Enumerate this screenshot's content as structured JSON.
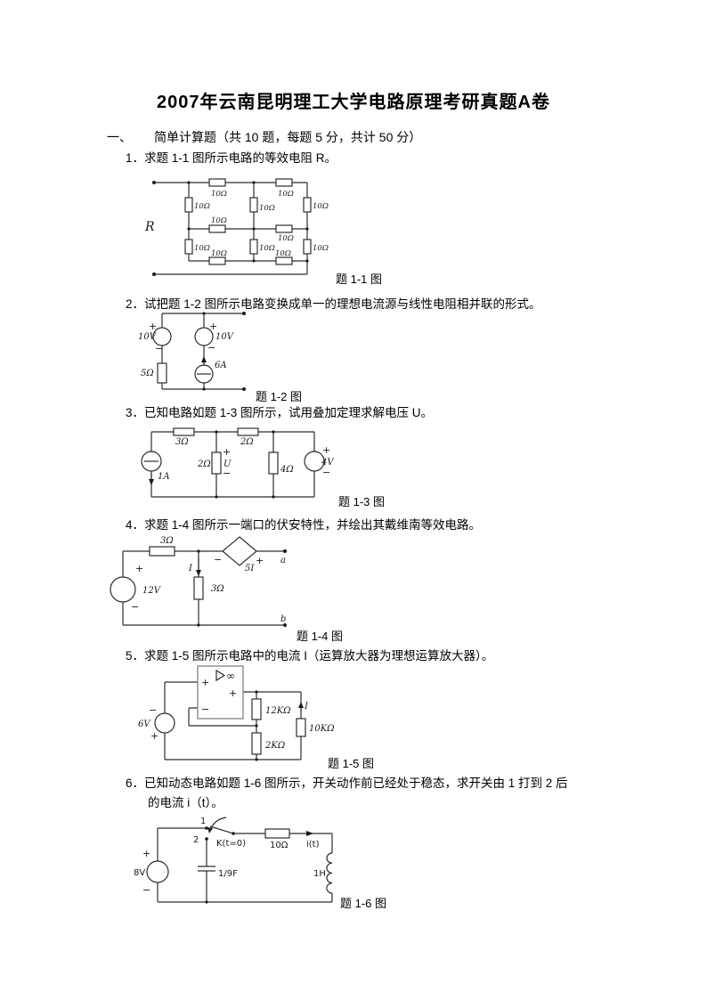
{
  "page": {
    "title": "2007年云南昆明理工大学电路原理考研真题A卷",
    "section": {
      "numeral": "一、",
      "text": "简单计算题（共 10 题，每题 5 分，共计 50 分）"
    },
    "questions": [
      {
        "num": "1．",
        "text": "求题 1-1 图所示电路的等效电阻 R。"
      },
      {
        "num": "2．",
        "text": "试把题 1-2 图所示电路变换成单一的理想电流源与线性电阻相并联的形式。"
      },
      {
        "num": "3．",
        "text": "已知电路如题 1-3 图所示，试用叠加定理求解电压 U。"
      },
      {
        "num": "4．",
        "text": "求题 1-4 图所示一端口的伏安特性，并绘出其戴维南等效电路。"
      },
      {
        "num": "5．",
        "text": "求题 1-5 图所示电路中的电流 I（运算放大器为理想运算放大器）。"
      },
      {
        "num": "6．",
        "text": "已知动态电路如题 1-6 图所示，开关动作前已经处于稳态，求开关由 1 打到 2 后",
        "text2": "的电流 i（t）。"
      }
    ],
    "captions": [
      "题 1-1 图",
      "题 1-2 图",
      "题 1-3 图",
      "题 1-4 图",
      "题 1-5 图",
      "题 1-6 图"
    ]
  },
  "sym": {
    "plus": "+",
    "minus": "−",
    "inf": "∞"
  },
  "circuits": {
    "c1": {
      "port": "R",
      "res": "10Ω"
    },
    "c2": {
      "v1": "10V",
      "r1": "5Ω",
      "v2": "10V",
      "i1": "6A"
    },
    "c3": {
      "i1": "1A",
      "r1": "3Ω",
      "r2": "2Ω",
      "r2v": "2Ω",
      "u": "U",
      "r4": "4Ω",
      "v4": "4V"
    },
    "c4": {
      "r1": "3Ω",
      "dep": "5I",
      "term_a": "a",
      "term_b": "b",
      "cur": "I",
      "r2": "3Ω",
      "v": "12V"
    },
    "c5": {
      "v": "6V",
      "r1": "12KΩ",
      "r2": "2KΩ",
      "r3": "10KΩ",
      "cur": "I"
    },
    "c6": {
      "v": "8V",
      "p1": "1",
      "p2": "2",
      "sw": "K(t=0)",
      "r": "10Ω",
      "cur": "i(t)",
      "cap": "1/9F",
      "ind": "1H"
    }
  }
}
